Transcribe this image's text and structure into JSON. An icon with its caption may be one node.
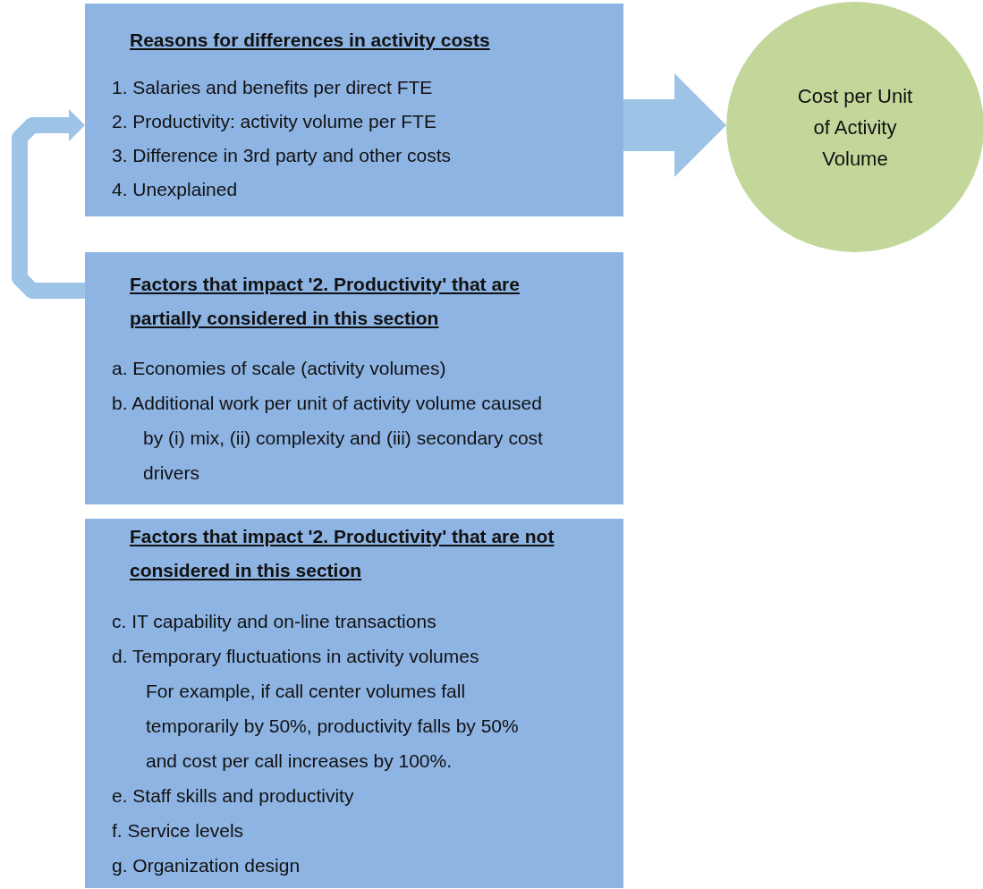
{
  "diagram": {
    "nodes": [
      {
        "text": [
          "Reasons for differences in activity costs",
          "1. Salaries and benefits per direct FTE",
          "2. Productivity: activity volume per FTE",
          "3. Difference in 3rd party and other costs",
          "4. Unexplained"
        ]
      },
      {
        "text": [
          "Cost per Unit of Activity Volume"
        ]
      },
      {
        "text": [
          "Factors that impact '2. Productivity' that are partially considered in this section",
          "a. Economies of scale (activity volumes)",
          "b. Additional work per unit of activity volume caused by (i) mix, (ii) complexity and (iii) secondary cost drivers"
        ]
      },
      {
        "text": [
          "Factors that impact '2. Productivity' that are not considered in this section",
          "c. IT capability and on-line transactions",
          "d. Temporary fluctuations in activity volumes",
          "For example, if call center volumes fall temporarily by 50%, productivity falls by 50% and cost per call increases by 100%.",
          "e. Staff skills and productivity",
          "f. Service levels",
          "g. Organization design"
        ]
      }
    ],
    "edges": [
      {
        "from": 0,
        "to": 1,
        "arrow": "to",
        "style": "thick"
      },
      {
        "from": 2,
        "to": 0,
        "arrow": "to"
      }
    ]
  }
}
